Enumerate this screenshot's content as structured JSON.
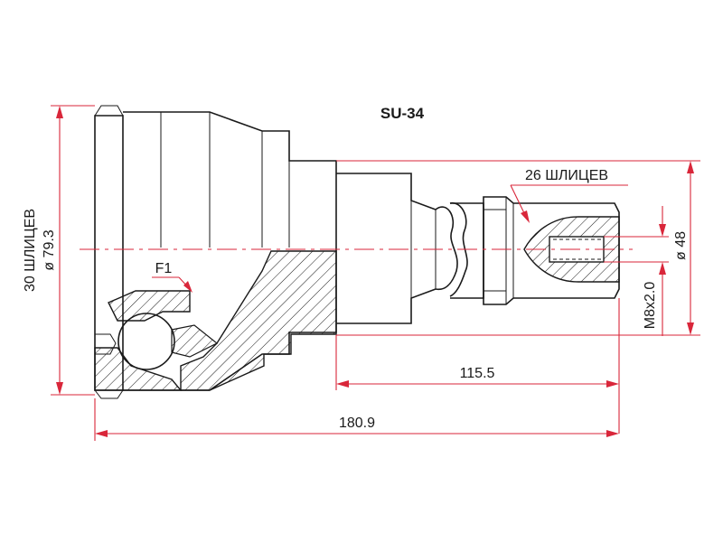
{
  "title": "SU-34",
  "labels": {
    "left_splines": "30 ШЛИЦЕВ",
    "right_splines": "26 ШЛИЦЕВ",
    "outer_diameter": "ø 79.3",
    "shaft_diameter": "ø 48",
    "thread": "M8x2.0",
    "flag": "F1",
    "length_stub": "115.5",
    "length_total": "180.9"
  },
  "colors": {
    "outline": "#1a1a1a",
    "dimension": "#d9263a",
    "center_line": "#d9263a"
  }
}
